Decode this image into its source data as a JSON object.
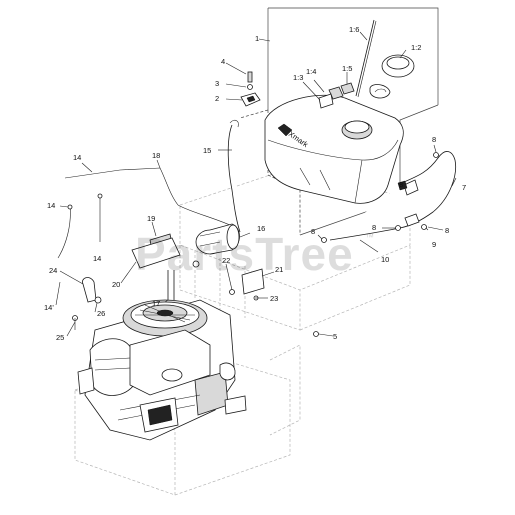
{
  "callouts": {
    "c1": "1",
    "c1_6": "1:6",
    "c1_2": "1:2",
    "c1_4": "1:4",
    "c1_5": "1:5",
    "c1_3": "1:3",
    "c2": "2",
    "c3": "3",
    "c4": "4",
    "c5": "5",
    "c7": "7",
    "c8a": "8",
    "c8b": "8",
    "c8c": "8",
    "c8d": "8",
    "c8e": "8",
    "c9": "9",
    "c10": "10",
    "c14a": "14",
    "c14b": "14",
    "c14c": "14",
    "c14d": "14'",
    "c15": "15",
    "c16": "16",
    "c17": "17",
    "c18": "18",
    "c19": "19",
    "c20": "20",
    "c21": "21",
    "c22": "22",
    "c23": "23",
    "c24": "24",
    "c25": "25",
    "c26": "26"
  },
  "tank_brand": "Xmark",
  "watermark": "PartsTree",
  "watermark_tm": "™"
}
